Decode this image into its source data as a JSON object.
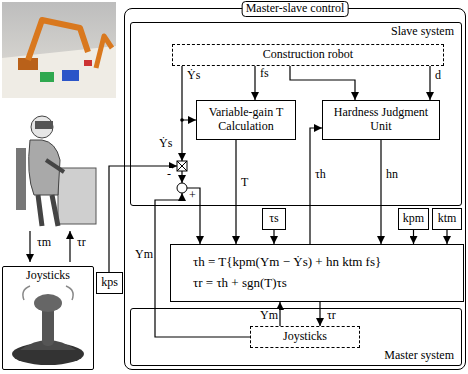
{
  "diagram": {
    "nodes": [
      {
        "text": [
          "Master-slave control"
        ]
      },
      {
        "text": [
          "Slave system"
        ],
        "in": 0
      },
      {
        "text": [
          "Construction robot"
        ],
        "in": 1
      },
      {
        "text": [
          "Variable-gain T Calculation"
        ],
        "in": 1
      },
      {
        "text": [
          "Hardness Judgment Unit"
        ],
        "in": 1
      },
      {
        "text": [
          "τs"
        ],
        "in": 0
      },
      {
        "text": [
          "kpm"
        ],
        "in": 0
      },
      {
        "text": [
          "ktm"
        ],
        "in": 0
      },
      {
        "text": [
          "τh = T{kpm(Ym − Ẏs) + hn ktm fs}",
          "τr = τh + sgn(T)τs"
        ],
        "in": 0
      },
      {
        "text": [
          "Master system"
        ],
        "in": 0
      },
      {
        "text": [
          "Joysticks"
        ],
        "in": 9
      },
      {
        "text": [
          "kps"
        ]
      },
      {
        "text": [
          "Joysticks"
        ]
      }
    ],
    "edges": [
      {
        "from": 2,
        "to": 3,
        "arrow": "to",
        "label": "Ẏs"
      },
      {
        "from": 2,
        "to": 3,
        "arrow": "to",
        "label": "fs"
      },
      {
        "from": 2,
        "to": 4,
        "arrow": "to"
      },
      {
        "from": 2,
        "to": 4,
        "arrow": "to",
        "label": "d"
      },
      {
        "from": 3,
        "to": 8,
        "arrow": "to",
        "label": "T"
      },
      {
        "from": 4,
        "to": 8,
        "arrow": "to",
        "label": "hn"
      },
      {
        "from": 8,
        "to": 4,
        "arrow": "to",
        "label": "τh"
      },
      {
        "from": 5,
        "to": 8,
        "arrow": "to"
      },
      {
        "from": 6,
        "to": 8,
        "arrow": "to"
      },
      {
        "from": 7,
        "to": 8,
        "arrow": "to"
      },
      {
        "from": 8,
        "to": 10,
        "arrow": "to",
        "label": "τr"
      },
      {
        "from": 10,
        "to": 8,
        "arrow": "to",
        "label": "Ym"
      }
    ],
    "labels": [
      "Ẏs",
      "Ym",
      "τm",
      "τr",
      "+",
      "-"
    ]
  }
}
